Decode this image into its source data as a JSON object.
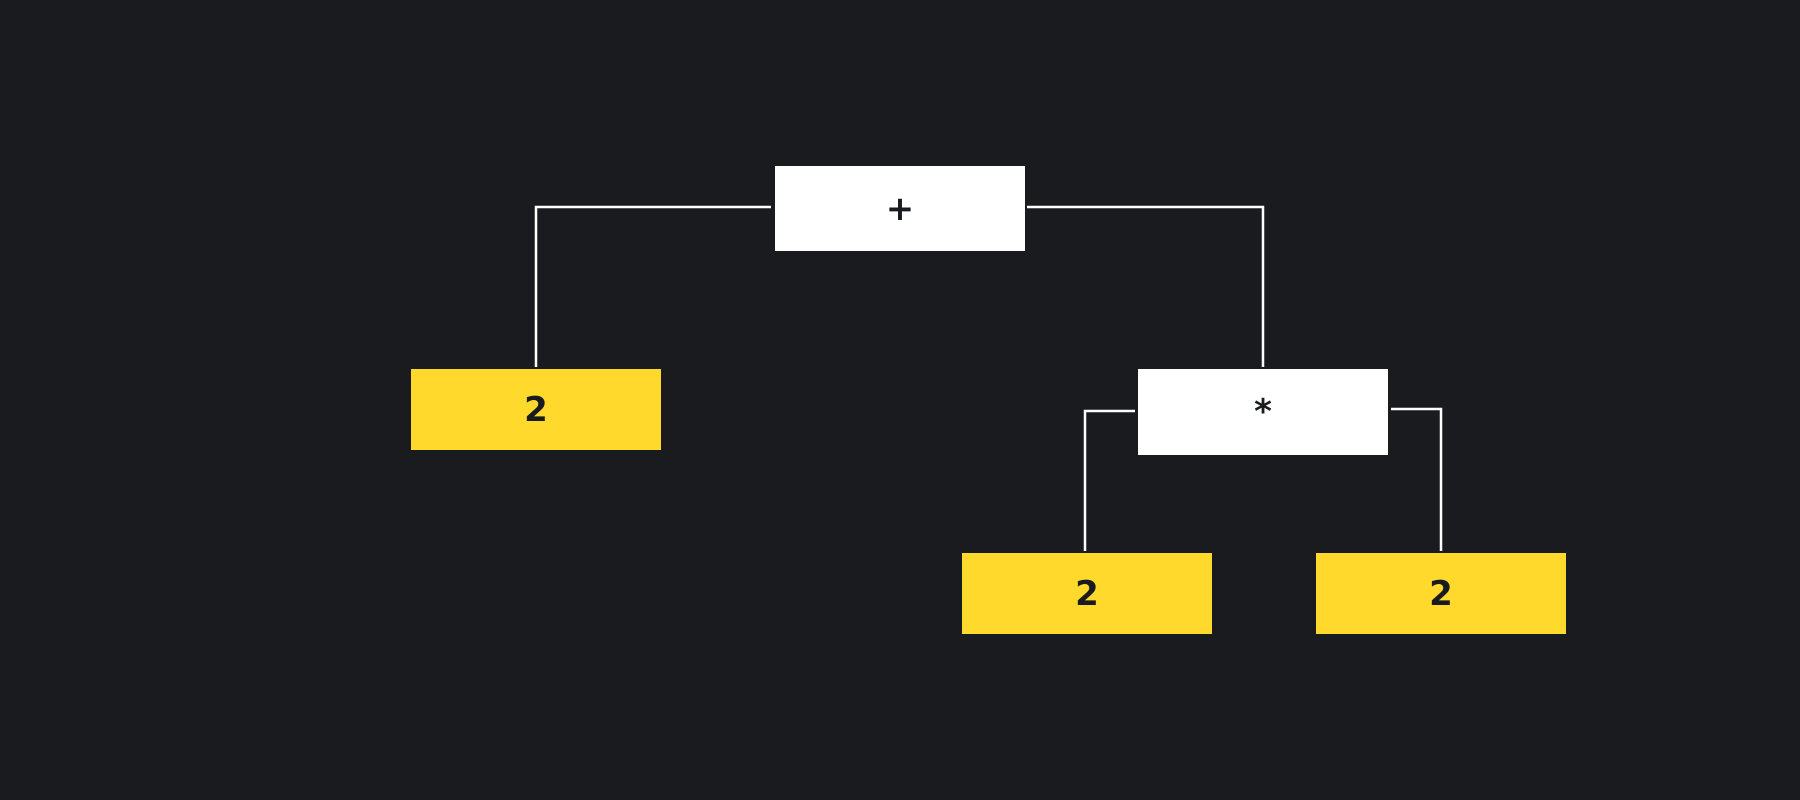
{
  "tree": {
    "root": {
      "label": "+",
      "kind": "operator"
    },
    "root_left": {
      "label": "2",
      "kind": "operand"
    },
    "root_right": {
      "label": "*",
      "kind": "operator"
    },
    "times_left": {
      "label": "2",
      "kind": "operand"
    },
    "times_right": {
      "label": "2",
      "kind": "operand"
    }
  },
  "colors": {
    "background": "#1a1b1e",
    "operator_fill": "#ffffff",
    "operand_fill": "#ffd92c",
    "connector": "#ffffff",
    "text": "#1a1b1e"
  }
}
